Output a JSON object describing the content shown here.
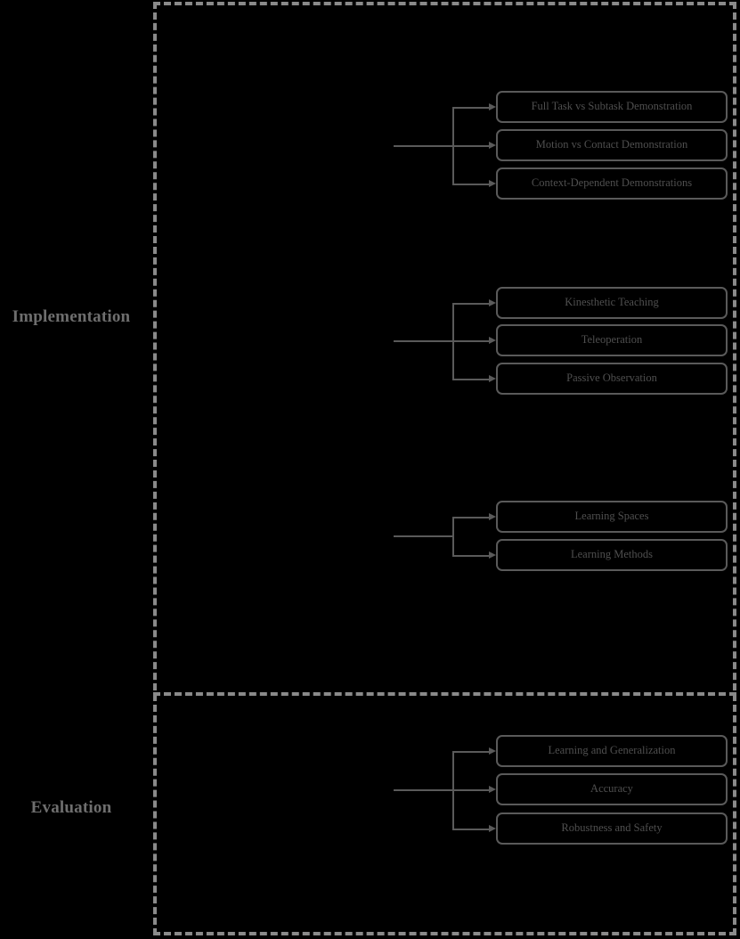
{
  "diagram": {
    "title_present": false,
    "colors": {
      "background": "#000000",
      "box_border": "#5a5a5a",
      "box_text": "#4f4f4f",
      "connector": "#5a5a5a",
      "dashed_frame": "#8a8a8a",
      "section_label": "#6e6e6e"
    },
    "sections": [
      {
        "id": "implementation",
        "label": "Implementation",
        "groups": [
          {
            "id": "demonstration-type",
            "nodes": [
              "Full Task vs Subtask Demonstration",
              "Motion vs Contact Demonstration",
              "Context-Dependent Demonstrations"
            ]
          },
          {
            "id": "demonstration-interface",
            "nodes": [
              "Kinesthetic Teaching",
              "Teleoperation",
              "Passive Observation"
            ]
          },
          {
            "id": "learning",
            "nodes": [
              "Learning Spaces",
              "Learning Methods"
            ]
          }
        ]
      },
      {
        "id": "evaluation",
        "label": "Evaluation",
        "groups": [
          {
            "id": "evaluation-criteria",
            "nodes": [
              "Learning and Generalization",
              "Accuracy",
              "Robustness and Safety"
            ]
          }
        ]
      }
    ],
    "nodes_flat": {
      "n0": "Full Task vs Subtask Demonstration",
      "n1": "Motion vs Contact Demonstration",
      "n2": "Context-Dependent Demonstrations",
      "n3": "Kinesthetic Teaching",
      "n4": "Teleoperation",
      "n5": "Passive Observation",
      "n6": "Learning Spaces",
      "n7": "Learning Methods",
      "n8": "Learning and Generalization",
      "n9": "Accuracy",
      "n10": "Robustness and Safety"
    }
  }
}
